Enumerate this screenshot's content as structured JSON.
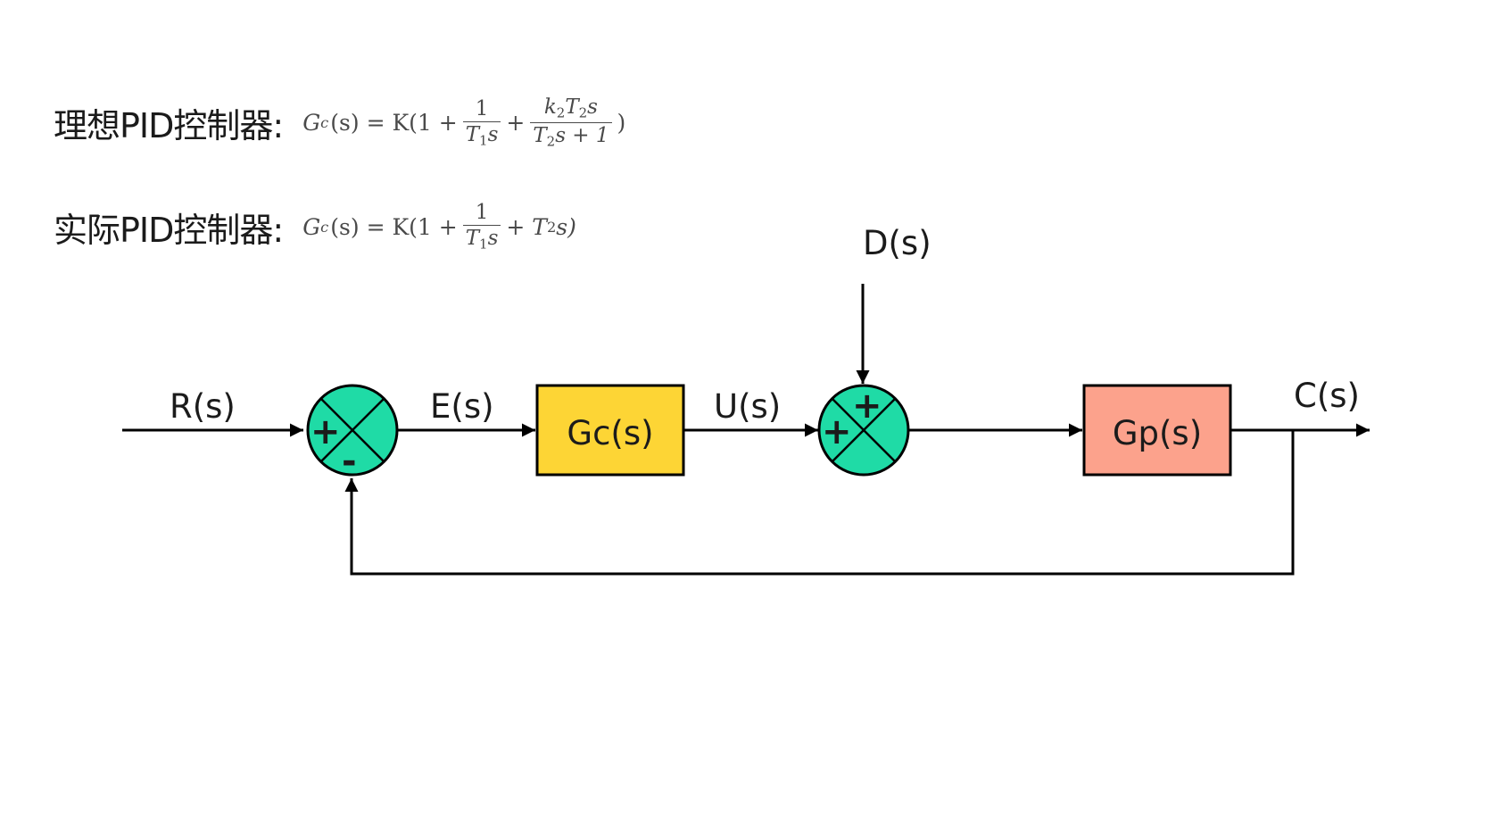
{
  "colors": {
    "summing_junction": "#1fdba6",
    "controller_block": "#fdd535",
    "plant_block": "#fca28c",
    "line": "#000000"
  },
  "formulas": {
    "ideal": {
      "label": "理想PID控制器:",
      "lhs": "G",
      "lhs_sub": "c",
      "lhs_arg": "(s) = K(1 +",
      "frac1_num": "1",
      "frac1_den_T": "T",
      "frac1_den_sub": "1",
      "frac1_den_s": "s",
      "plus": "+",
      "frac2_num_k": "k",
      "frac2_num_ksub": "2",
      "frac2_num_T": "T",
      "frac2_num_Tsub": "2",
      "frac2_num_s": "s",
      "frac2_den_T": "T",
      "frac2_den_sub": "2",
      "frac2_den_rest": "s + 1",
      "close": ")"
    },
    "actual": {
      "label": "实际PID控制器:",
      "lhs": "G",
      "lhs_sub": "c",
      "lhs_arg": "(s) = K(1 +",
      "frac1_num": "1",
      "frac1_den_T": "T",
      "frac1_den_sub": "1",
      "frac1_den_s": "s",
      "tail_plus": "+ T",
      "tail_sub": "2",
      "tail_end": "s)"
    }
  },
  "diagram": {
    "signals": {
      "reference": "R(s)",
      "error": "E(s)",
      "control": "U(s)",
      "disturbance": "D(s)",
      "output": "C(s)"
    },
    "blocks": {
      "controller": "Gc(s)",
      "plant": "Gp(s)"
    },
    "junction1_signs": {
      "left": "+",
      "bottom": "-"
    },
    "junction2_signs": {
      "left": "+",
      "top": "+"
    }
  }
}
